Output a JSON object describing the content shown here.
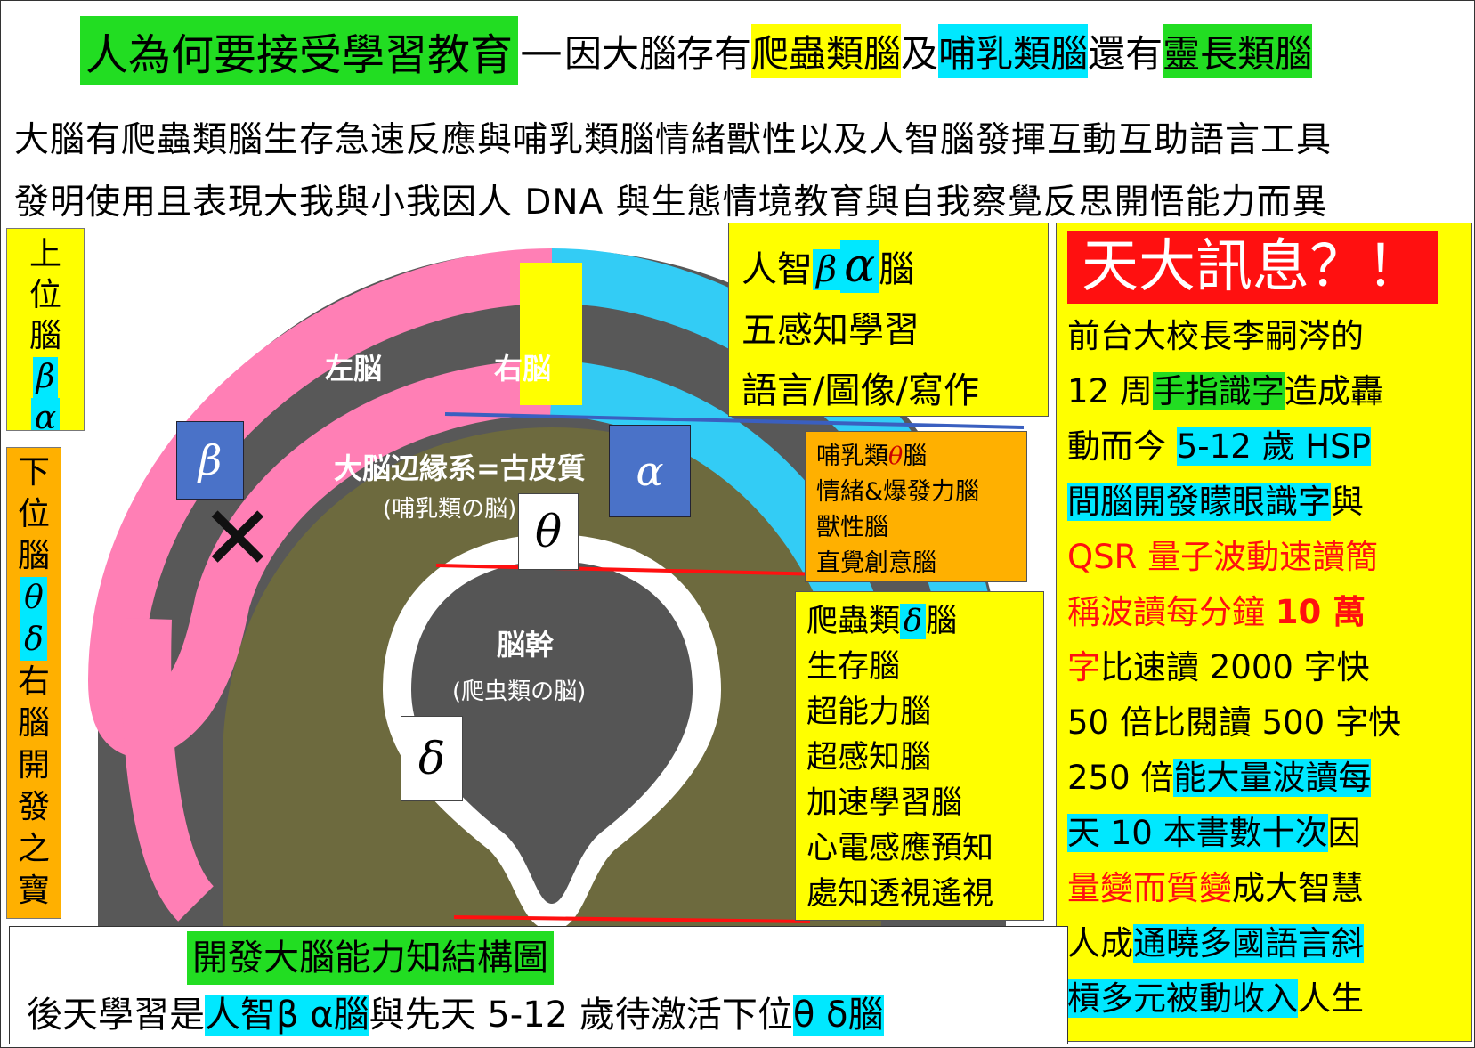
{
  "header": {
    "title_main": "人為何要接受學習教育",
    "title_dash": "—",
    "title_p1": "因大腦存有",
    "title_reptile": "爬蟲類腦",
    "title_p2": "及",
    "title_mammal": "哺乳類腦",
    "title_p3": "還有",
    "title_primate": "靈長類腦",
    "line2": "大腦有爬蟲類腦生存急速反應與哺乳類腦情緒獸性以及人智腦發揮互動互助語言工具",
    "line3": "發明使用且表現大我與小我因人 DNA 與生態情境教育與自我察覺反思開悟能力而異"
  },
  "upper_box": {
    "chars": [
      "上",
      "位",
      "腦"
    ],
    "greek": [
      "β",
      "α"
    ]
  },
  "lower_box": {
    "chars_top": [
      "下",
      "位",
      "腦"
    ],
    "greek": [
      "θ",
      "δ"
    ],
    "chars_bottom": [
      "右",
      "腦",
      "開",
      "發",
      "之",
      "寶"
    ]
  },
  "diagram": {
    "left_brain": "左脳",
    "right_brain": "右脳",
    "limbic": "大脳辺縁系=古皮質",
    "limbic_sub": "(哺乳類の脳)",
    "stem": "脳幹",
    "stem_sub": "(爬虫類の脳)",
    "beta": "β",
    "alpha": "α",
    "theta": "θ",
    "delta": "δ",
    "cross": "✕",
    "colors": {
      "outer": "#585858",
      "pink": "#ff7fb5",
      "cyan": "#33ccf5",
      "limbic": "#6d6a3e",
      "yellow": "#ffff00",
      "stem": "#555555"
    }
  },
  "human_box": {
    "p1": "人智",
    "greek1": "β",
    "greek2": "α",
    "p2": "腦",
    "line2": "五感知學習",
    "line3": "語言/圖像/寫作"
  },
  "mammal_box": {
    "p1": "哺乳類",
    "greek": "θ",
    "p2": "腦",
    "line2": "情緒&爆發力腦",
    "line3": "獸性腦",
    "line4": "直覺創意腦"
  },
  "reptile_box": {
    "p1": "爬蟲類",
    "greek": "δ",
    "p2": "腦",
    "lines": [
      "生存腦",
      "超能力腦",
      "超感知腦",
      "加速學習腦",
      "心電感應預知",
      "處知透視遙視"
    ]
  },
  "news": {
    "title": "天大訊息？！",
    "s1": "前台大校長李嗣涔的",
    "s2a": "12 周",
    "s2b": "手指識字",
    "s2c": "造成轟",
    "s3a": "動而今",
    "s3b": "5-12 歲 HSP",
    "s4a": "間腦開發矇眼識字",
    "s4b": "與",
    "s5": "QSR 量子波動速讀簡",
    "s6a": "稱波讀每分鐘",
    "s6b": "10 萬",
    "s7a": "字",
    "s7b": "比速讀 2000 字快",
    "s8": "50 倍比閱讀 500 字快",
    "s9a": "250 倍",
    "s9b": "能大量波讀每",
    "s10a": "天 10 本書數十次",
    "s10b": "因",
    "s11a": "量變而質變",
    "s11b": "成大智慧",
    "s12a": "人成",
    "s12b": "通曉多國語言斜",
    "s13a": "槓多元被動收入",
    "s13b": "人生"
  },
  "caption": {
    "title": "開發大腦能力知結構圖",
    "p1": "後天學習是",
    "hl1": "人智β α腦",
    "p2": "與先天 5-12 歲待激活下位",
    "hl2": "θ δ腦"
  }
}
